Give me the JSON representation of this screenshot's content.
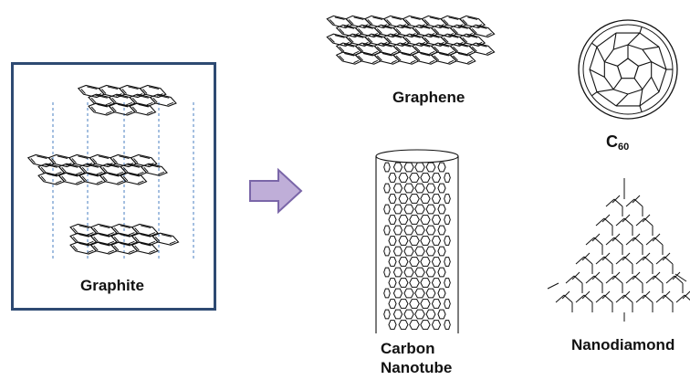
{
  "labels": {
    "graphite": "Graphite",
    "graphene": "Graphene",
    "c60_base": "C",
    "c60_sub": "60",
    "nanotube_line1": "Carbon",
    "nanotube_line2": "Nanotube",
    "nanodiamond": "Nanodiamond"
  },
  "colors": {
    "box_border": "#2e4a72",
    "arrow_fill": "#bfaed8",
    "arrow_stroke": "#7a66a8",
    "dashed_lines": "#4a7fc1",
    "structure_lines": "#111111"
  }
}
